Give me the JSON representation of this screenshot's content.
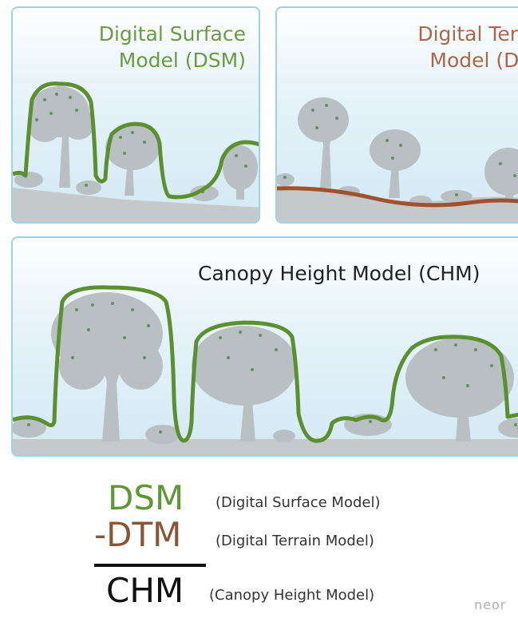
{
  "panels": {
    "dsm": {
      "title": "Digital Surface\nModel (DSM)"
    },
    "dtm": {
      "title": "Digital Terrain\nModel (DTM)"
    },
    "chm": {
      "title": "Canopy Height Model (CHM)"
    }
  },
  "equation": {
    "dsm_term": "DSM",
    "dsm_desc": "(Digital Surface Model)",
    "dtm_term": "-DTM",
    "dtm_desc": "(Digital Terrain Model)",
    "chm_term": "CHM",
    "chm_desc": "(Canopy Height Model)"
  },
  "logo": "neor",
  "colors": {
    "surface_line": "#5b8f2f",
    "terrain_line": "#a0522d",
    "tree_gray": "#b9c0c4",
    "ground_gray": "#c4c9cc",
    "leaf_green": "#3f7d3a"
  }
}
